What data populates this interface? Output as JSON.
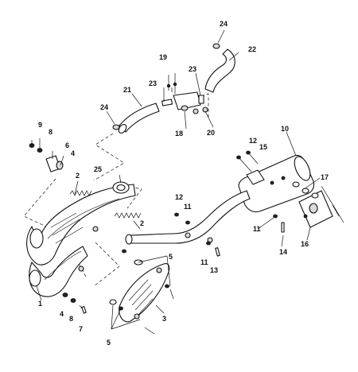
{
  "callouts": {
    "c1": "1",
    "c2a": "2",
    "c2b": "2",
    "c3": "3",
    "c4a": "4",
    "c4b": "4",
    "c5a": "5",
    "c5b": "5",
    "c6": "6",
    "c7": "7",
    "c8a": "8",
    "c8b": "8",
    "c9": "9",
    "c10": "10",
    "c11a": "11",
    "c11b": "11",
    "c11c": "11",
    "c12a": "12",
    "c12b": "12",
    "c13": "13",
    "c14": "14",
    "c15": "15",
    "c16": "16",
    "c17": "17",
    "c18": "18",
    "c19": "19",
    "c20": "20",
    "c21": "21",
    "c22": "22",
    "c23a": "23",
    "c23b": "23",
    "c24a": "24",
    "c24b": "24",
    "c25": "25"
  }
}
